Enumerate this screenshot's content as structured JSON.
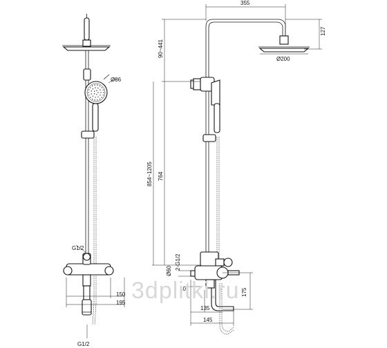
{
  "watermark": "3dplitkі.ru",
  "dimensions": {
    "width_355": "355",
    "height_127": "127",
    "diameter_200": "Ø200",
    "range_90_441": "90~441",
    "range_854_1205": "854~1205",
    "height_764": "764",
    "diameter_86": "Ø86",
    "thread_g12_front": "G1/2",
    "thread_g12_bottom": "G1/2",
    "width_150": "150",
    "width_195": "195",
    "diameter_60": "Ø60",
    "thread_2g12": "2-G1/2",
    "size_10": "10",
    "height_175": "175",
    "width_135": "135",
    "width_145": "145"
  },
  "colors": {
    "line": "#1a1a1a",
    "watermark": "#d8d8d8",
    "background": "#ffffff"
  }
}
